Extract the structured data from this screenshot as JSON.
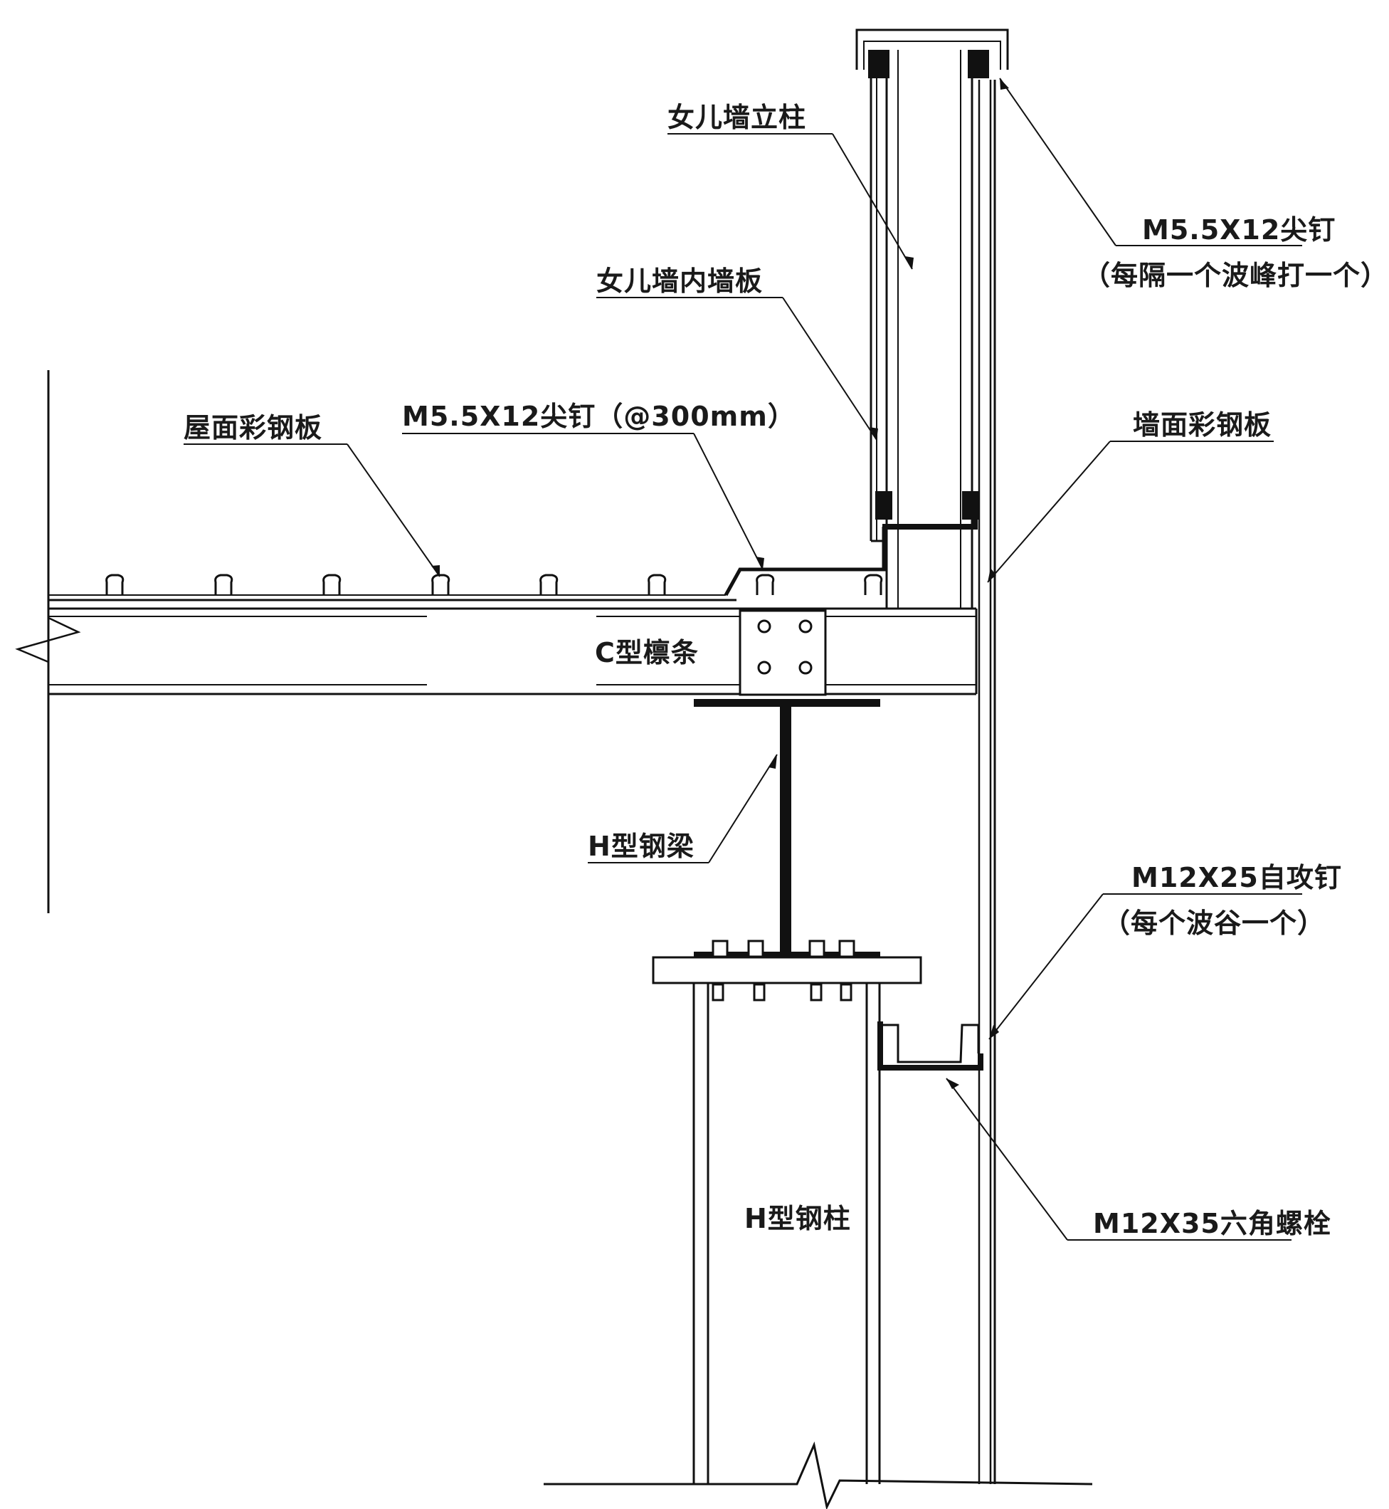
{
  "labels": {
    "parapet_post": "女儿墙立柱",
    "screw_top": "M5.5X12尖钉",
    "screw_top_note": "（每隔一个波峰打一个）",
    "parapet_inner_panel": "女儿墙内墙板",
    "roof_panel": "屋面彩钢板",
    "roof_screw": "M5.5X12尖钉（@300mm）",
    "wall_panel": "墙面彩钢板",
    "c_purlin": "C型檩条",
    "h_beam": "H型钢梁",
    "self_tap_screw": "M12X25自攻钉",
    "self_tap_note": "（每个波谷一个）",
    "hex_bolt": "M12X35六角螺栓",
    "h_column": "H型钢柱"
  },
  "colors": {
    "line": "#111111",
    "background": "#ffffff"
  }
}
